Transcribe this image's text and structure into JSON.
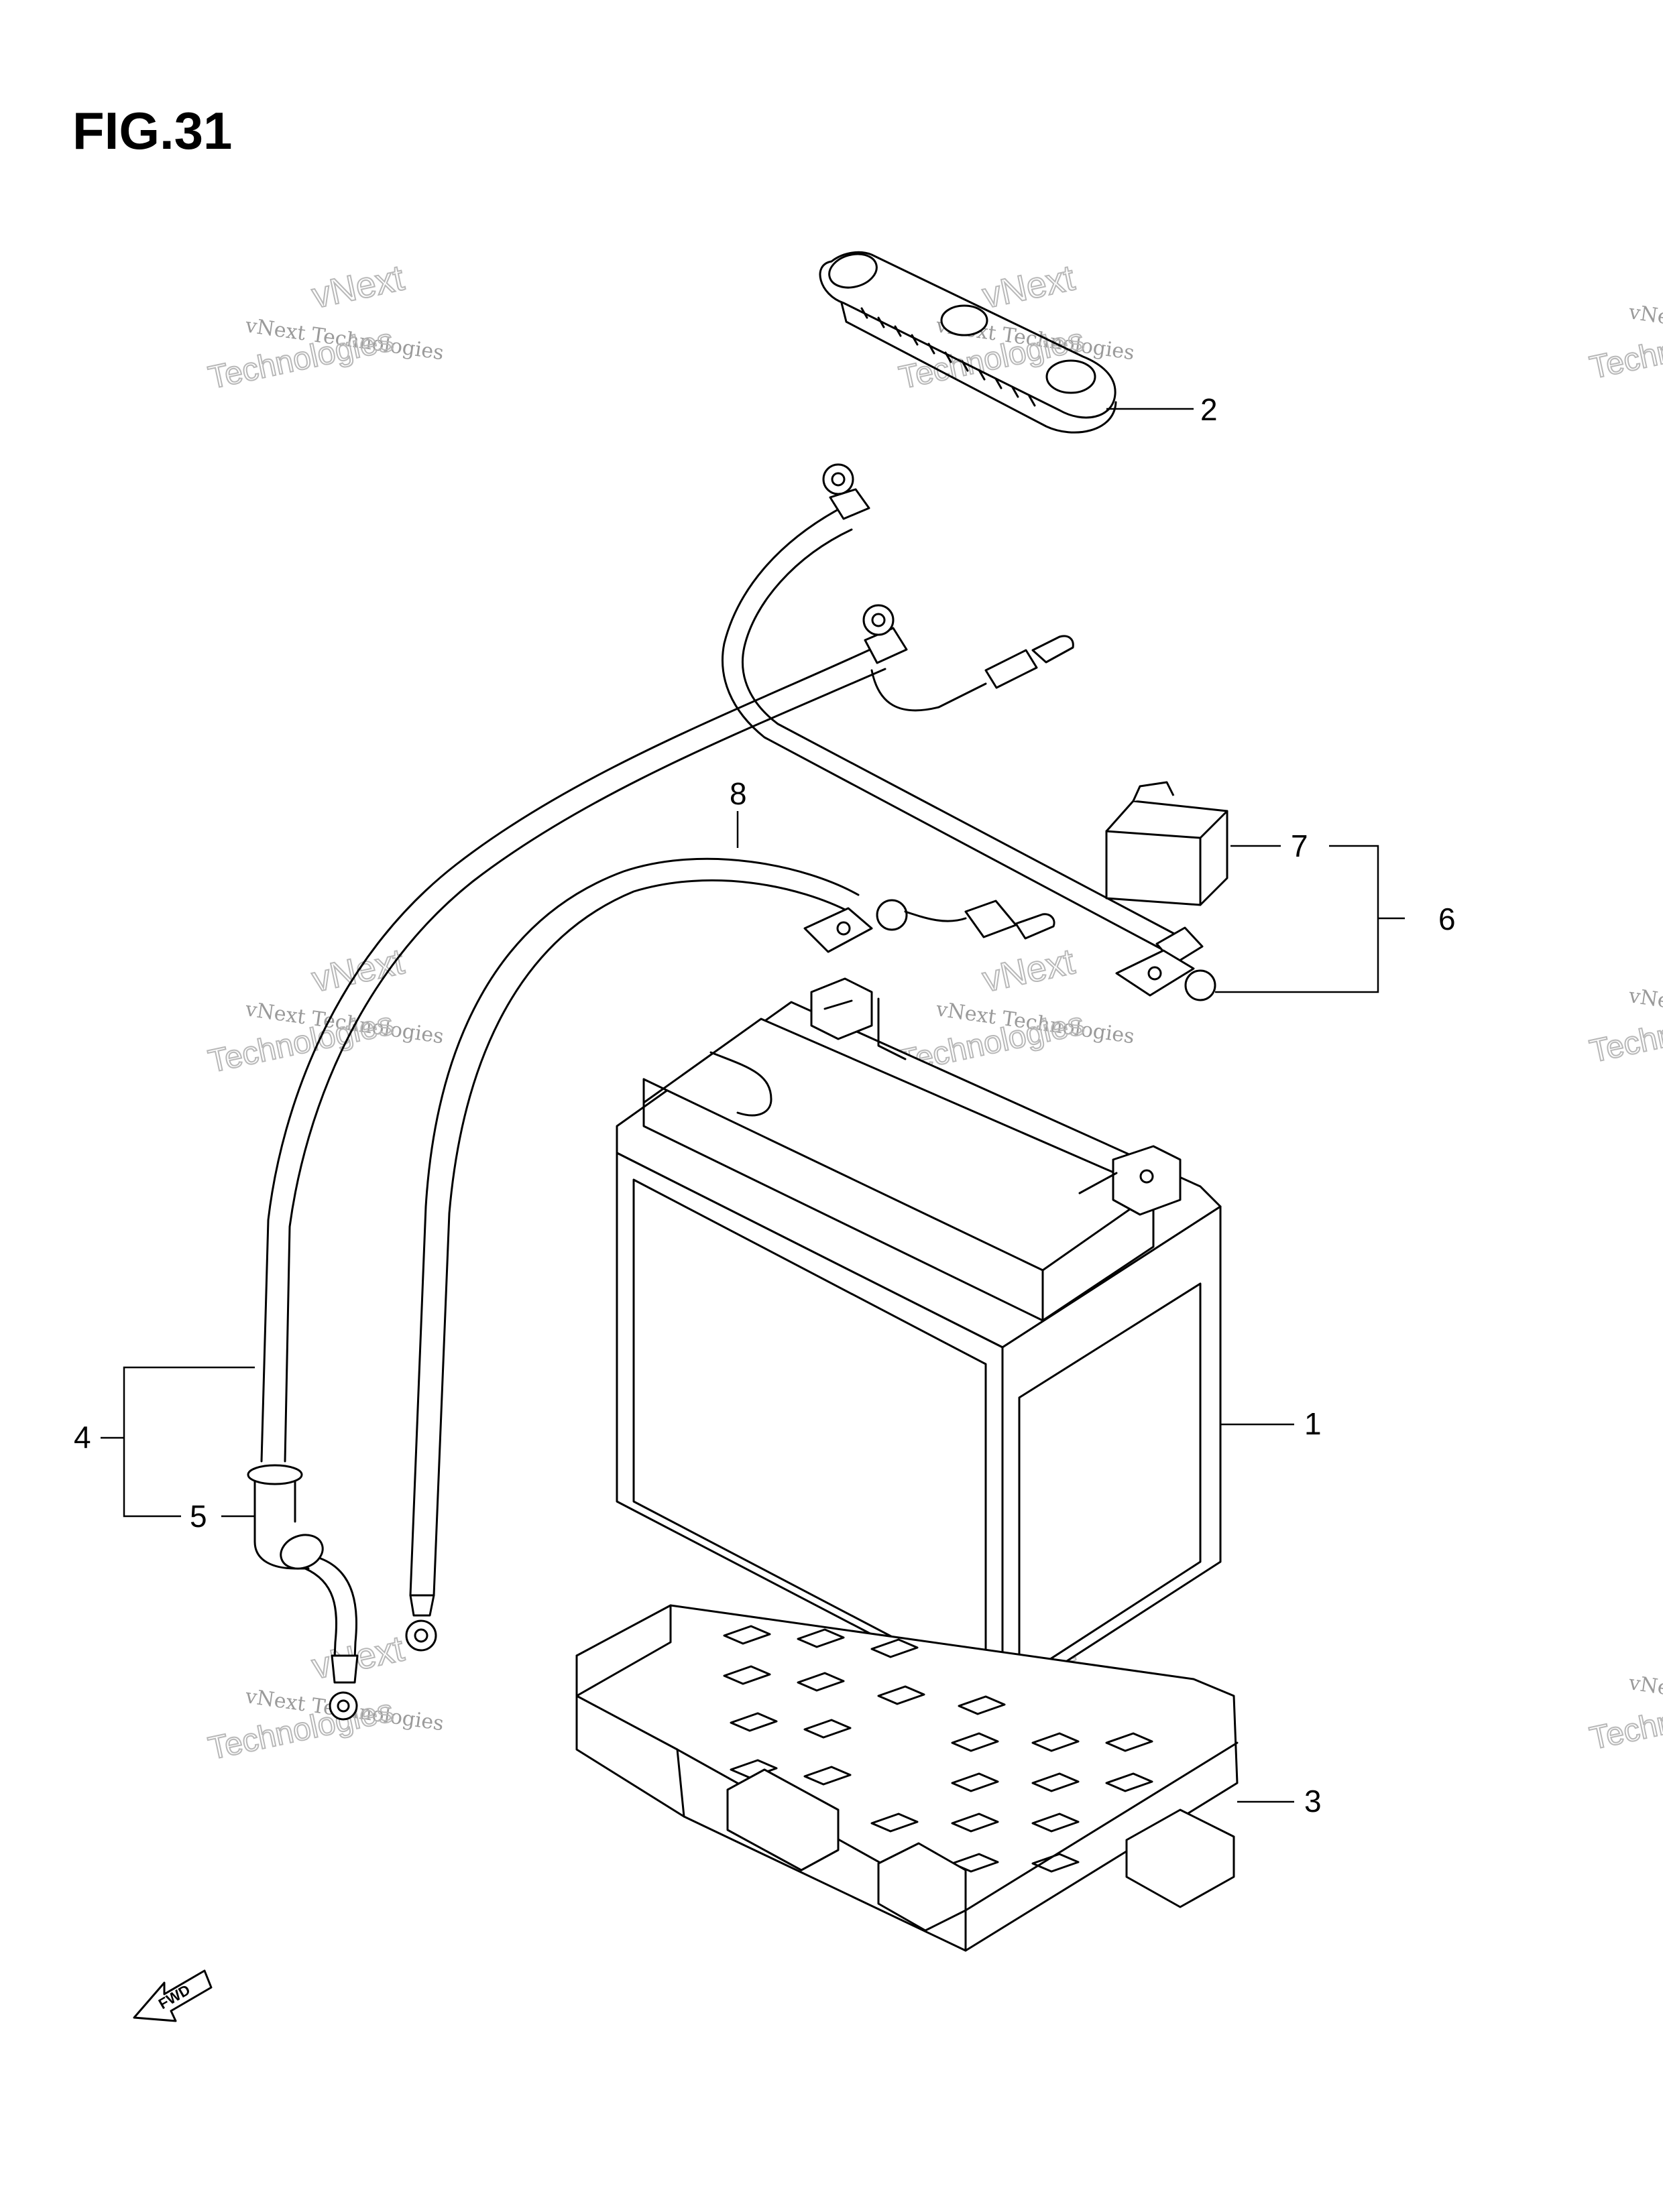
{
  "figure": {
    "title": "FIG.31"
  },
  "callouts": [
    "1",
    "2",
    "3",
    "4",
    "5",
    "6",
    "7",
    "8"
  ],
  "watermark": {
    "line1": "vNext Technologies",
    "line2": "vNext",
    "line3": "Technologies"
  },
  "fwd_label": "FWD"
}
